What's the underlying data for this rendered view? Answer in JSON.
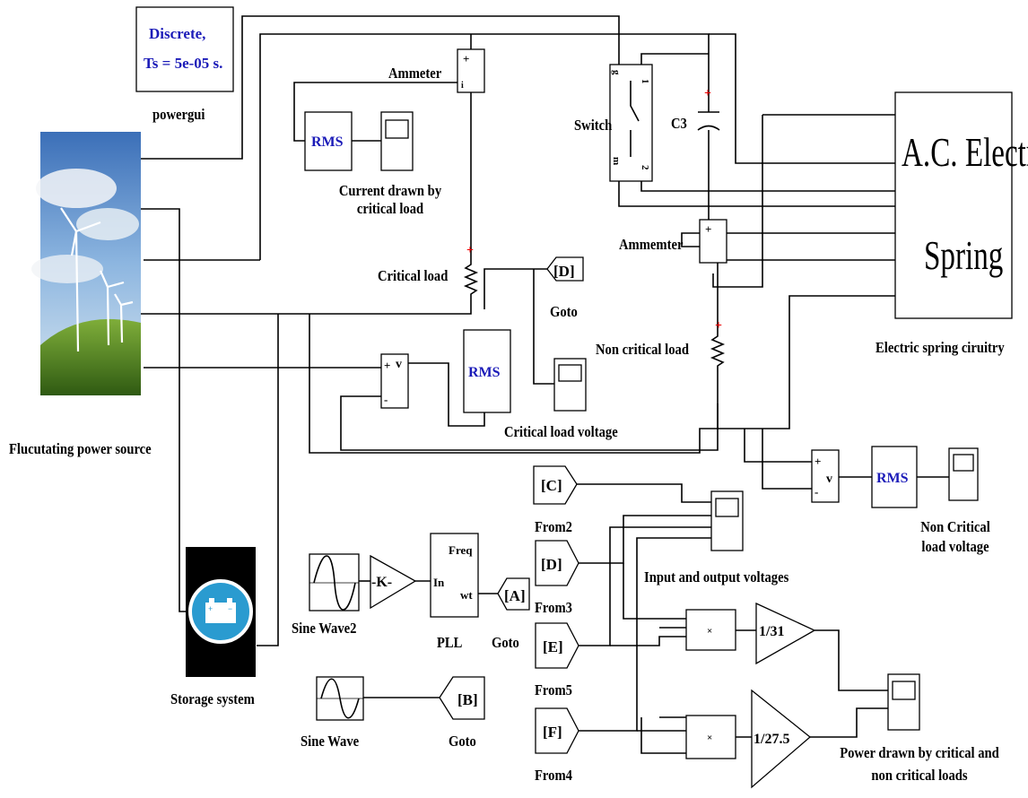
{
  "powergui": {
    "line1": "Discrete,",
    "line2": "Ts = 5e-05 s.",
    "name": "powergui"
  },
  "source": {
    "name": "Flucutating power source"
  },
  "storage": {
    "name": "Storage system"
  },
  "blocks": {
    "ammeter1": "Ammeter",
    "ammeter2": "Ammemter",
    "rms": "RMS",
    "current_scope": [
      "Current drawn by",
      "critical load"
    ],
    "critical_load": "Critical load",
    "goto_d_tag": "[D]",
    "goto_label": "Goto",
    "switch": "Switch",
    "capacitor": "C3",
    "electric_spring": [
      "A.C. Electric",
      "Spring"
    ],
    "electric_spring_label": "Electric spring ciruitry",
    "non_critical_load": "Non critical load",
    "critical_load_voltage": "Critical load voltage",
    "non_critical_load_voltage": [
      "Non Critical",
      "load voltage"
    ],
    "voltmeter": "v",
    "from_c": "[C]",
    "from2": "From2",
    "from_d": "[D]",
    "from3": "From3",
    "from_e": "[E]",
    "from5": "From5",
    "from_f": "[F]",
    "from4": "From4",
    "io_voltages": "Input and output voltages",
    "sine_wave2": "Sine Wave2",
    "gain_k": "-K-",
    "pll_in": "In",
    "pll_freq": "Freq",
    "pll_wt": "wt",
    "pll": "PLL",
    "goto_a": "[A]",
    "sine_wave": "Sine Wave",
    "goto_b": "[B]",
    "mult": "×",
    "gain1": "1/31",
    "gain2": "1/27.5",
    "power_scope": [
      "Power drawn by critical and",
      "non critical loads"
    ]
  }
}
